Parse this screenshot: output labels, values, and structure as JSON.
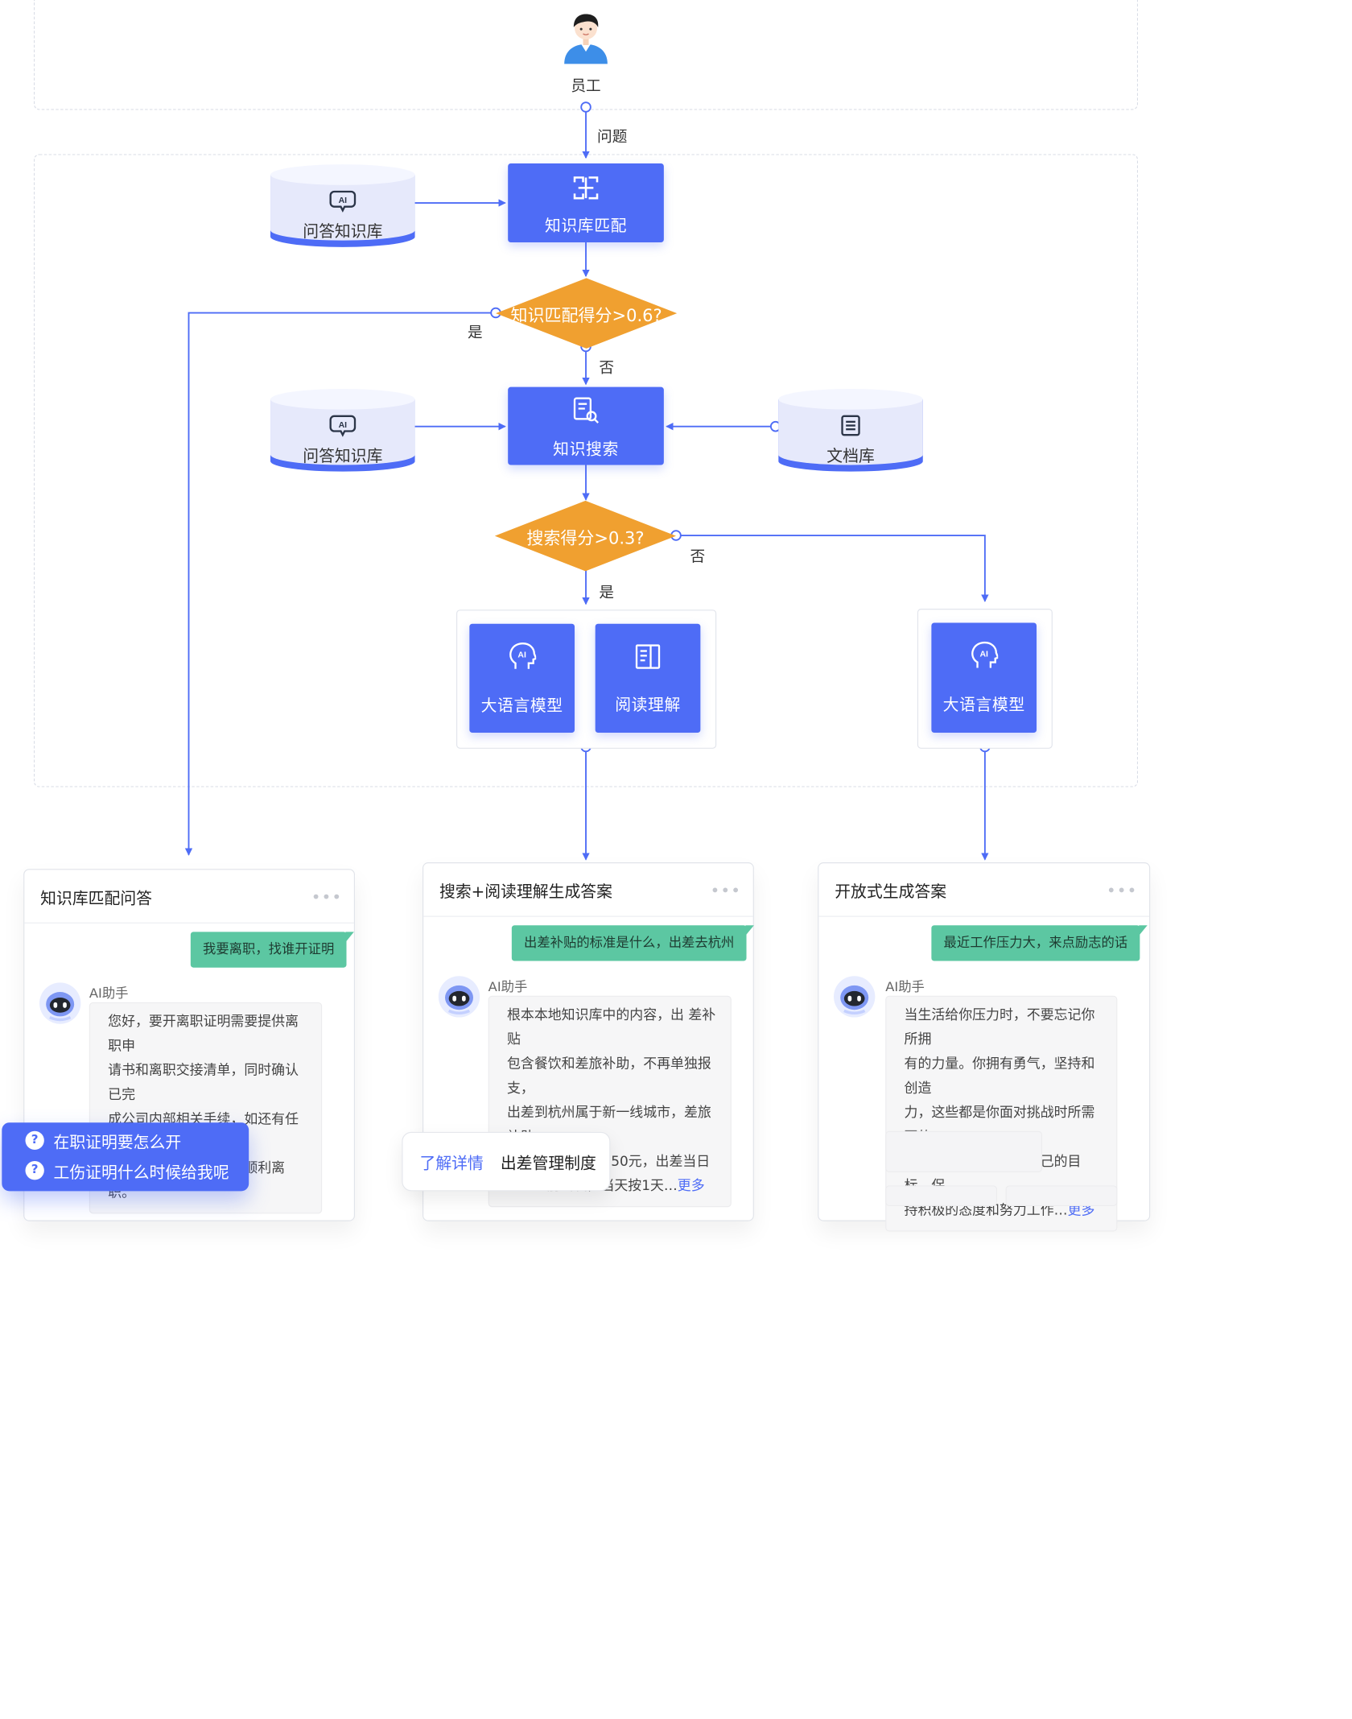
{
  "employee": {
    "label": "员工"
  },
  "edge_labels": {
    "question": "问题",
    "yes1": "是",
    "no1": "否",
    "no2": "否",
    "yes2": "是"
  },
  "nodes": {
    "qa_kb_1": "问答知识库",
    "kb_match": "知识库匹配",
    "decision1": "知识匹配得分>0.6?",
    "qa_kb_2": "问答知识库",
    "kb_search": "知识搜索",
    "doc_lib": "文档库",
    "decision2": "搜索得分>0.3?",
    "llm_1": "大语言模型",
    "reading": "阅读理解",
    "llm_2": "大语言模型"
  },
  "colors": {
    "primary": "#4e6cf6",
    "decision": "#f0a030",
    "user_bubble": "#5cc7a2"
  },
  "cards": [
    {
      "title": "知识库匹配问答",
      "user_msg": "我要离职，找谁开证明",
      "ai_name": "AI助手",
      "ai_lines": [
        "您好，要开离职证明需要提供离职申",
        "请书和离职交接清单，同时确认已完",
        "成公司内部相关手续，如还有任何问",
        "题请咨询人事部，祝您顺利离职。"
      ],
      "suggestions": [
        "在职证明要怎么开",
        "工伤证明什么时候给我呢"
      ]
    },
    {
      "title": "搜索+阅读理解生成答案",
      "user_msg": "出差补贴的标准是什么，出差去杭州",
      "ai_name": "AI助手",
      "ai_lines": [
        "根本本地知识库中的内容，出 差补贴",
        "包含餐饮和差旅补助，不再单独报支，",
        "出差到杭州属于新一线城市，差旅补助",
        "标准为每人每天250元，出差当日",
        "12:00前出发，当天按1天…"
      ],
      "more": "更多",
      "detail_link": "了解详情",
      "detail_doc": "出差管理制度"
    },
    {
      "title": "开放式生成答案",
      "user_msg": "最近工作压力大，来点励志的话",
      "ai_name": "AI助手",
      "ai_lines": [
        "当生活给你压力时，不要忘记你所拥",
        "有的力量。你拥有勇气，坚持和创造",
        "力，这些都是你面对挑战时所需要的",
        "，你可以通过专注于自己的目标，保",
        "持积极的态度和努力工作…"
      ],
      "more": "更多"
    }
  ]
}
